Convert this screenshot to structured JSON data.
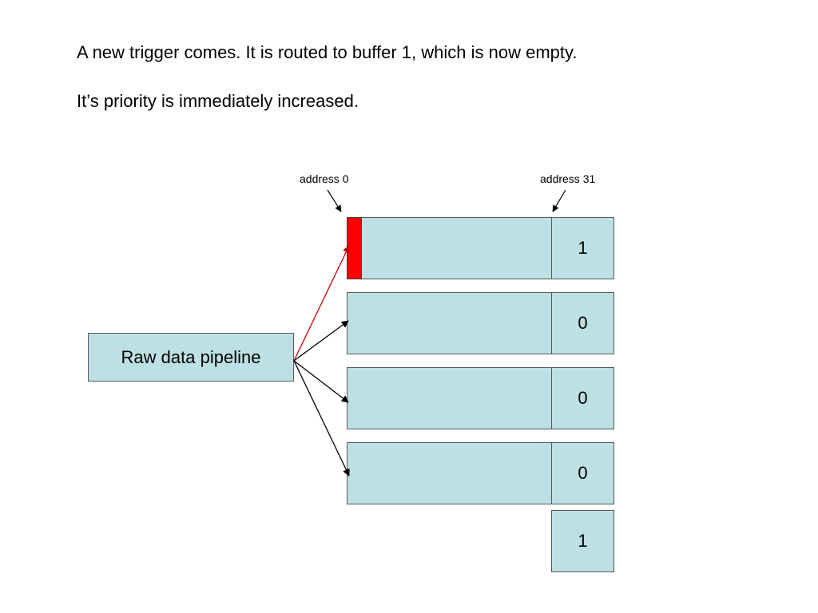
{
  "captions": [
    "A new trigger comes. It is routed to buffer 1, which is now empty.",
    "It’s priority is immediately increased."
  ],
  "address_labels": {
    "start": "address 0",
    "end": "address 31"
  },
  "pipeline_label": "Raw data pipeline",
  "priority_flags": [
    "1",
    "0",
    "0",
    "0",
    "1"
  ],
  "colors": {
    "buffer_fill": "#bce0e3",
    "active_slot": "#ff0000",
    "active_arrow": "#cc0000",
    "default_arrow": "#000000"
  }
}
